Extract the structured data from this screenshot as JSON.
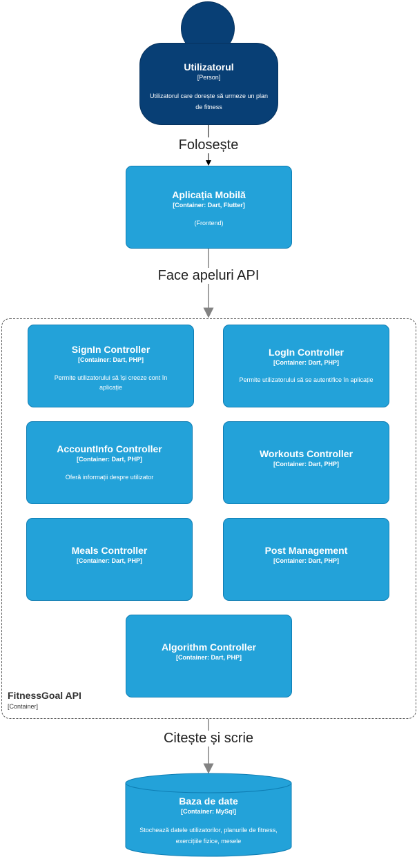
{
  "person": {
    "name": "Utilizatorul",
    "kind": "[Person]",
    "description": "Utilizatorul care dorește să urmeze un plan de fitness"
  },
  "edges": {
    "uses": "Folosește",
    "api_calls": "Face apeluri API",
    "reads_writes": "Citește și scrie"
  },
  "mobile_app": {
    "name": "Aplicația Mobilă",
    "kind": "[Container: Dart, Flutter]",
    "description": "(Frontend)"
  },
  "api": {
    "name": "FitnessGoal API",
    "kind": "[Container]",
    "controllers": {
      "signin": {
        "name": "SignIn Controller",
        "kind": "[Container: Dart, PHP]",
        "description": "Permite utilizatorului să își creeze cont în aplicație"
      },
      "login": {
        "name": "LogIn Controller",
        "kind": "[Container: Dart, PHP]",
        "description": "Permite utilizatorului să se autentifice în aplicație"
      },
      "accountinfo": {
        "name": "AccountInfo Controller",
        "kind": "[Container: Dart, PHP]",
        "description": "Oferă informații despre utilizator"
      },
      "workouts": {
        "name": "Workouts Controller",
        "kind": "[Container: Dart, PHP]"
      },
      "meals": {
        "name": "Meals Controller",
        "kind": "[Container: Dart, PHP]"
      },
      "posts": {
        "name": "Post Management",
        "kind": "[Container: Dart, PHP]"
      },
      "algorithm": {
        "name": "Algorithm Controller",
        "kind": "[Container: Dart, PHP]"
      }
    }
  },
  "database": {
    "name": "Baza de date",
    "kind": "[Container: MySql]",
    "description": "Stochează datele utilizatorilor, planurile de fitness, exercițiile fizice, mesele"
  },
  "colors": {
    "person": "#083f75",
    "container": "#23a2d9",
    "arrow_dark": "#000000",
    "arrow_gray": "#828282"
  }
}
